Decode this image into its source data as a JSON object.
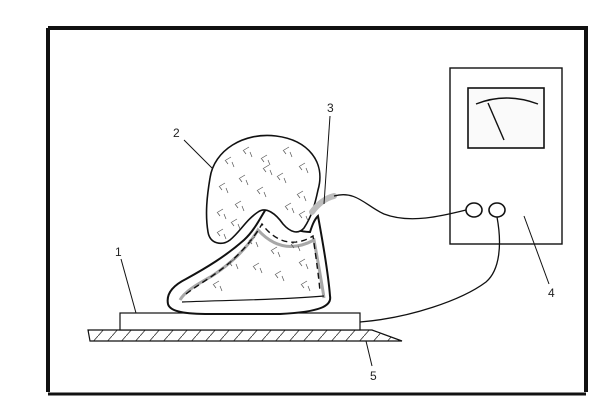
{
  "labels": {
    "electrode_plate": "1",
    "filler_bag": "2",
    "probe_wire": "3",
    "meter": "4",
    "base_mat": "5"
  },
  "colors": {
    "line": "#111111",
    "frame": "#111111",
    "probe": "#bdbdbd",
    "lining": "#a8a8a8",
    "screen_fill": "#fafafa"
  }
}
